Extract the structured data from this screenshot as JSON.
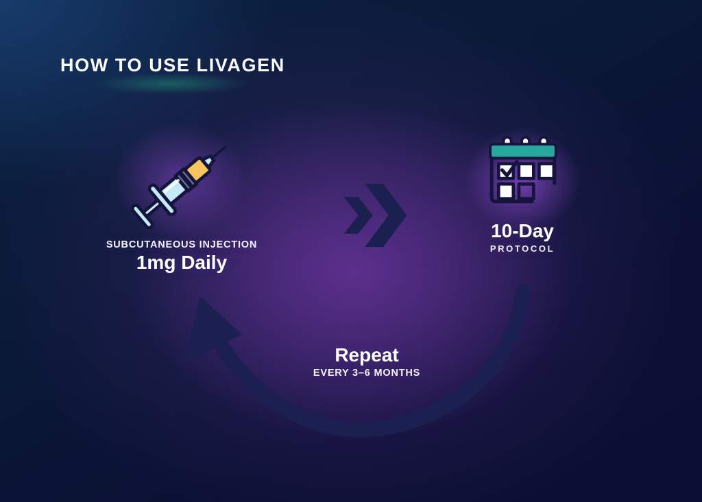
{
  "header": {
    "title": "HOW TO USE LIVAGEN"
  },
  "steps": {
    "injection": {
      "icon": "syringe",
      "label": "SUBCUTANEOUS INJECTION",
      "value": "1mg Daily"
    },
    "protocol": {
      "icon": "calendar",
      "value": "10-Day",
      "label": "PROTOCOL"
    }
  },
  "flow": {
    "forward_icon": "double-chevron-right",
    "repeat_icon": "curved-arrow",
    "repeat": {
      "title": "Repeat",
      "subtitle": "EVERY 3–6 MONTHS"
    }
  },
  "colors": {
    "background_corner_navy": "#0a1a38",
    "center_glow_purple": "#5e308f",
    "icon_glow_purple": "#a352e4",
    "title_glow_teal": "#1f826e",
    "ink_navy": "#1b2050",
    "outline_navy": "#14143d",
    "syringe_blue": "#c6e9f8",
    "syringe_orange": "#f7c45f",
    "syringe_band_gray": "#6c6d96",
    "calendar_teal": "#29a79f",
    "text_white": "#ffffff"
  }
}
